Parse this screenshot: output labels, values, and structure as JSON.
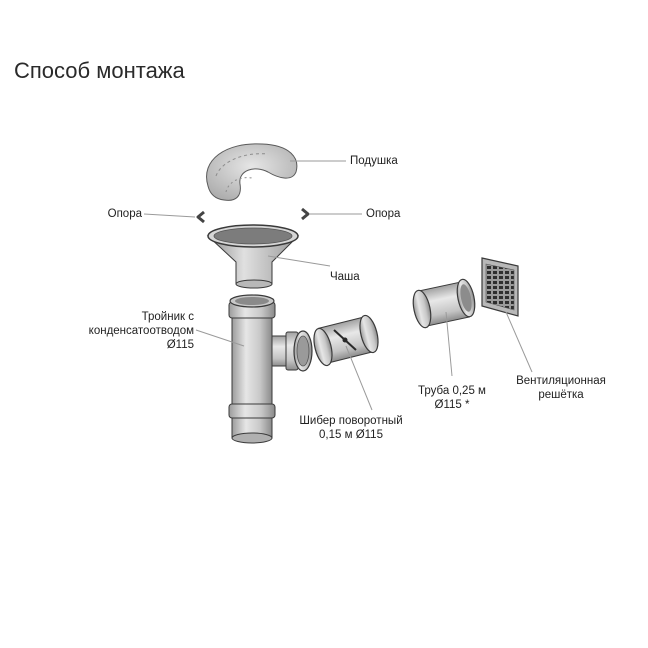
{
  "title": "Способ монтажа",
  "labels": {
    "cushion": "Подушка",
    "support_left": "Опора",
    "support_right": "Опора",
    "bowl": "Чаша",
    "tee_line1": "Тройник с",
    "tee_line2": "конденсатоотводом",
    "tee_line3": "Ø115",
    "damper_line1": "Шибер поворотный",
    "damper_line2": "0,15 м Ø115",
    "pipe_line1": "Труба 0,25 м",
    "pipe_line2": "Ø115 *",
    "grille_line1": "Вентиляционная",
    "grille_line2": "решётка"
  },
  "colors": {
    "metal_light": "#e4e4e4",
    "metal_mid": "#c2c2c2",
    "metal_dark": "#8c8c8c",
    "outline": "#3a3a3a",
    "leader": "#9a9a9a"
  }
}
